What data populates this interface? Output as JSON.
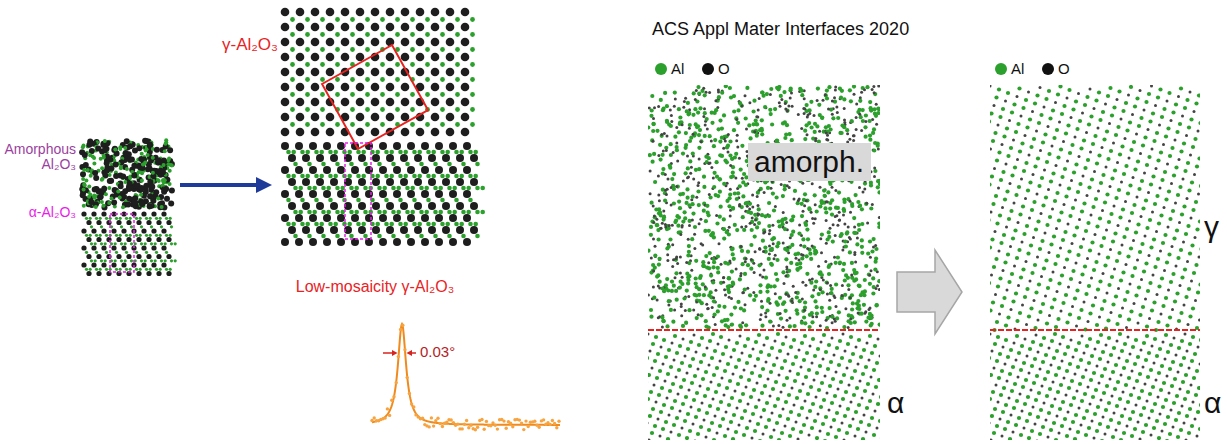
{
  "diagram": {
    "nodes": [
      {
        "text": [
          "amorph."
        ]
      }
    ],
    "labels": [
      "Amorphous Al₂O₃",
      "α-Al₂O₃",
      "γ-Al₂O₃",
      "Low-mosaicity γ-Al₂O₃",
      "0.03°",
      "ACS Appl Mater Interfaces 2020",
      "α",
      "γ",
      "α"
    ],
    "legend": [
      {
        "text": "Al",
        "color": "#2ca02c"
      },
      {
        "text": "O",
        "color": "#111111"
      },
      {
        "text": "Al",
        "color": "#2ca02c"
      },
      {
        "text": "O",
        "color": "#111111"
      }
    ]
  }
}
